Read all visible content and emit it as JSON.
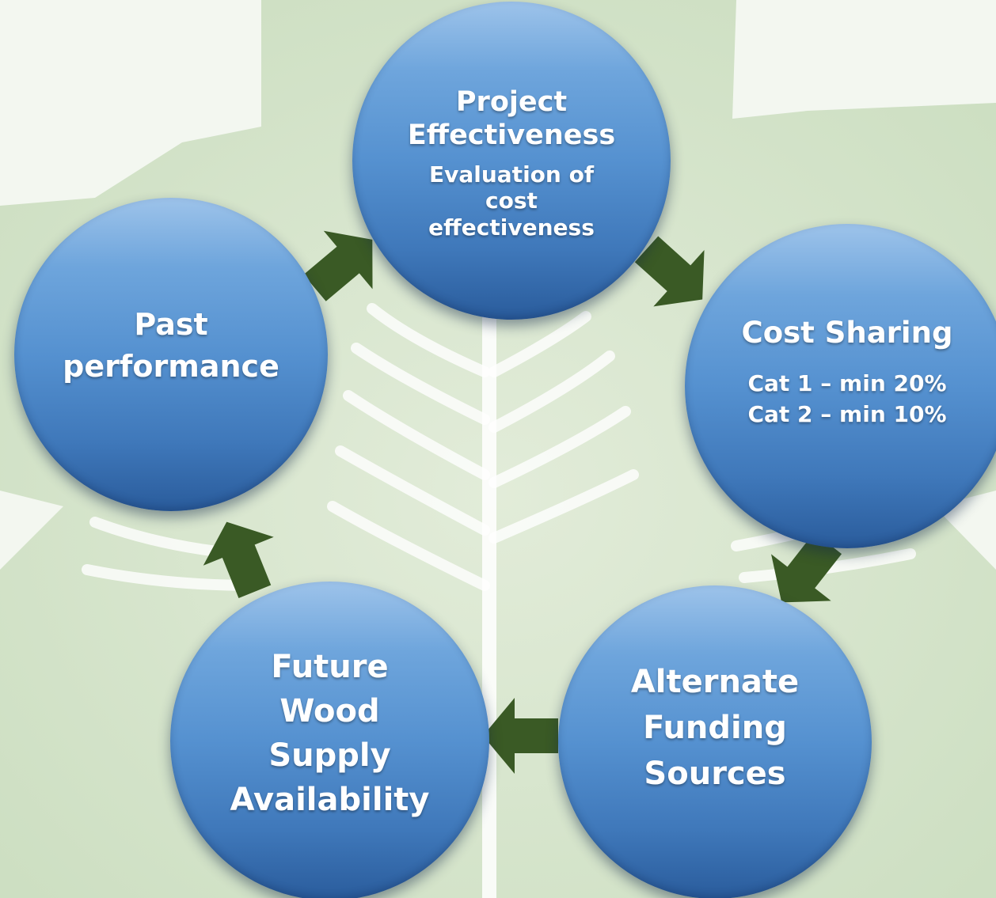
{
  "colors": {
    "node_top": "#9dc3ea",
    "node_bottom": "#2a5c9c",
    "arrow": "#3a5a25",
    "leaf_background": "#d7e6cc",
    "text": "#ffffff"
  },
  "diagram": {
    "type": "cycle",
    "nodes": [
      {
        "id": "project",
        "title": "Project Effectiveness",
        "subtitle": "Evaluation of cost effectiveness"
      },
      {
        "id": "cost",
        "title": "Cost Sharing",
        "lines": [
          "Cat 1 – min 20%",
          "Cat 2 – min 10%"
        ]
      },
      {
        "id": "alt",
        "title": "Alternate Funding Sources"
      },
      {
        "id": "future",
        "title": "Future Wood Supply Availability"
      },
      {
        "id": "past",
        "title": "Past performance"
      }
    ],
    "edges": [
      {
        "from": "project",
        "to": "cost"
      },
      {
        "from": "cost",
        "to": "alt"
      },
      {
        "from": "alt",
        "to": "future"
      },
      {
        "from": "future",
        "to": "past"
      },
      {
        "from": "past",
        "to": "project"
      }
    ],
    "arrow_icon": "block-arrow-icon"
  }
}
